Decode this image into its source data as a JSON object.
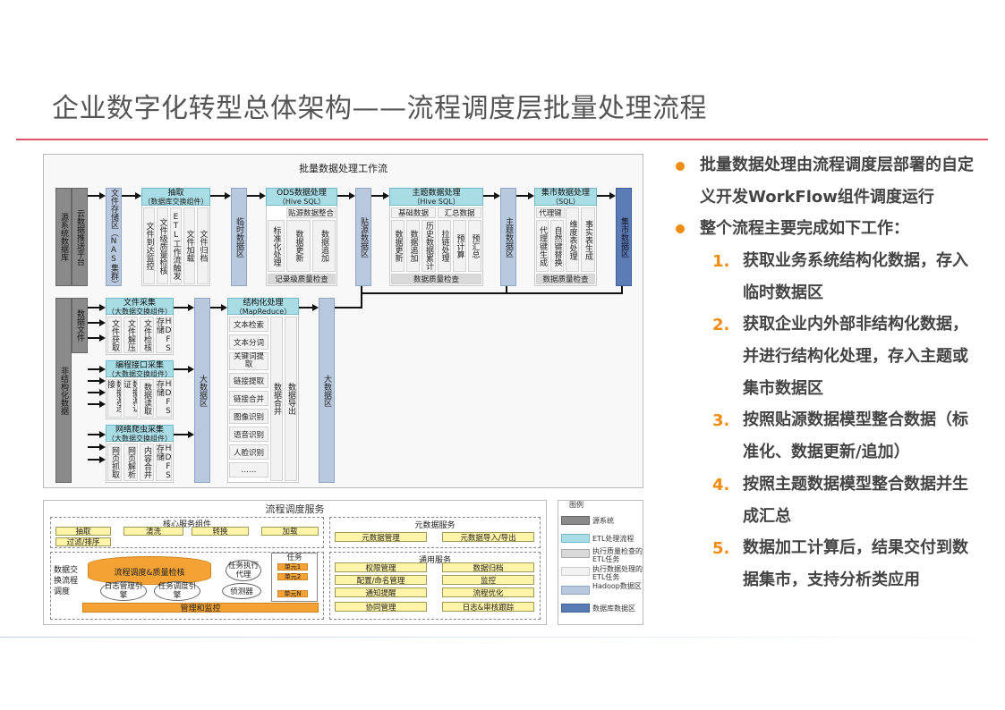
{
  "title": "企业数字化转型总体架构——流程调度层批量处理流程",
  "diagram": {
    "title": "批量数据处理工作流",
    "sources": {
      "db": "源系统数据库",
      "cloud": "云数据推送平台",
      "data_files": "数据文件",
      "unstructured": "非结构化数据"
    },
    "file_storage": "文件存储区（NAS集群）",
    "extract": {
      "title": "抽取",
      "subtitle": "（数据库交换组件）",
      "cols": [
        "文件到达监控",
        "文件级质量检核",
        "ETL工作流触发",
        "文件加载",
        "文件归档"
      ]
    },
    "temp_zone": "临时数据区",
    "ods": {
      "title": "ODS数据处理",
      "subtitle": "（Hive SQL）",
      "group": "贴源数据整合",
      "cols": [
        "标准化处理",
        "数据更新",
        "数据追加"
      ],
      "footer": "记录级质量检查"
    },
    "source_zone": "贴源数据区",
    "topic": {
      "title": "主题数据处理",
      "subtitle": "（Hive SQL）",
      "groups": [
        "基础数据",
        "汇总数据"
      ],
      "cols": [
        "数据更新",
        "数据追加",
        "历史数据累计",
        "拉链处理",
        "预计算",
        "预汇总"
      ],
      "footer": "数据质量检查"
    },
    "topic_zone": "主题数据区",
    "mart": {
      "title": "集市数据处理",
      "subtitle": "（SQL）",
      "group": "代理键",
      "cols": [
        "代理键生成",
        "自然键替换",
        "维度表处理",
        "事实表生成"
      ],
      "footer": "数据质量检查"
    },
    "mart_zone": "集市数据区",
    "file_collect": {
      "title": "文件采集",
      "subtitle": "（大数据交换组件）",
      "cols": [
        "文件获取",
        "文件解压",
        "文件检核",
        "HDFS存储"
      ]
    },
    "api_collect": {
      "title": "编程接口采集",
      "subtitle": "（大数据交换组件）",
      "cols": [
        "数据源连接",
        "数据源认证",
        "数据读取",
        "HDFS存储"
      ]
    },
    "crawler": {
      "title": "网络爬虫采集",
      "subtitle": "（大数据交换组件）",
      "cols": [
        "网页抓取",
        "网页解析",
        "内容合并",
        "HDFS存储"
      ]
    },
    "bigdata_zone": "大数据区",
    "structuring": {
      "title": "结构化处理",
      "subtitle": "（MapReduce）",
      "items": [
        "文本检索",
        "文本分词",
        "关键词提取",
        "链接提取",
        "链接合并",
        "图像识别",
        "语音识别",
        "人脸识别",
        "……"
      ],
      "cols": [
        "数据合并",
        "数据导出"
      ]
    },
    "bigdata_zone2": "大数据区"
  },
  "service": {
    "title": "流程调度服务",
    "core": {
      "title": "核心服务组件",
      "buttons": [
        "抽取",
        "清洗",
        "转换",
        "加载",
        "过滤/排序"
      ]
    },
    "left_label": "数据交换流程调度",
    "cylinder": "流程调度&质量检核",
    "engines": [
      "日志管理引擎",
      "任务调度引擎",
      "任务执行代理",
      "侦测器"
    ],
    "task": {
      "title": "任务",
      "units": [
        "单元1",
        "单元2",
        "单元N"
      ]
    },
    "monitor": "管理和监控",
    "meta": {
      "title": "元数据服务",
      "buttons": [
        "元数据管理",
        "元数据导入/导出"
      ]
    },
    "common": {
      "title": "通用服务",
      "buttons": [
        "权限管理",
        "数据归档",
        "配置/命名管理",
        "监控",
        "通知提醒",
        "流程优化",
        "协同管理",
        "日志&审核跟踪"
      ]
    }
  },
  "legend": {
    "title": "图例",
    "items": [
      {
        "label": "源系统",
        "color": "#8a8a8a"
      },
      {
        "label": "ETL处理流程",
        "color": "#a9dde6"
      },
      {
        "label": "执行质量检查的ETL任务",
        "color": "#d9d9d9"
      },
      {
        "label": "执行数据处理的ETL任务",
        "color": "#f2f2f2"
      },
      {
        "label": "Hadoop数据区",
        "color": "#b8c8de"
      },
      {
        "label": "数据库数据区",
        "color": "#5b7bb5"
      }
    ]
  },
  "bullets": {
    "b1": "批量数据处理由流程调度层部署的自定义开发WorkFlow组件调度运行",
    "b2": "整个流程主要完成如下工作：",
    "steps": [
      {
        "n": "1.",
        "text": "获取业务系统结构化数据，存入临时数据区"
      },
      {
        "n": "2.",
        "text": "获取企业内外部非结构化数据，并进行结构化处理，存入主题或集市数据区"
      },
      {
        "n": "3.",
        "text": "按照贴源数据模型整合数据（标准化、数据更新/追加）"
      },
      {
        "n": "4.",
        "text": "按照主题数据模型整合数据并生成汇总"
      },
      {
        "n": "5.",
        "text": "数据加工计算后，结果交付到数据集市，支持分析类应用"
      }
    ]
  },
  "colors": {
    "accent": "#f08c10",
    "rule": "#d9546b"
  }
}
